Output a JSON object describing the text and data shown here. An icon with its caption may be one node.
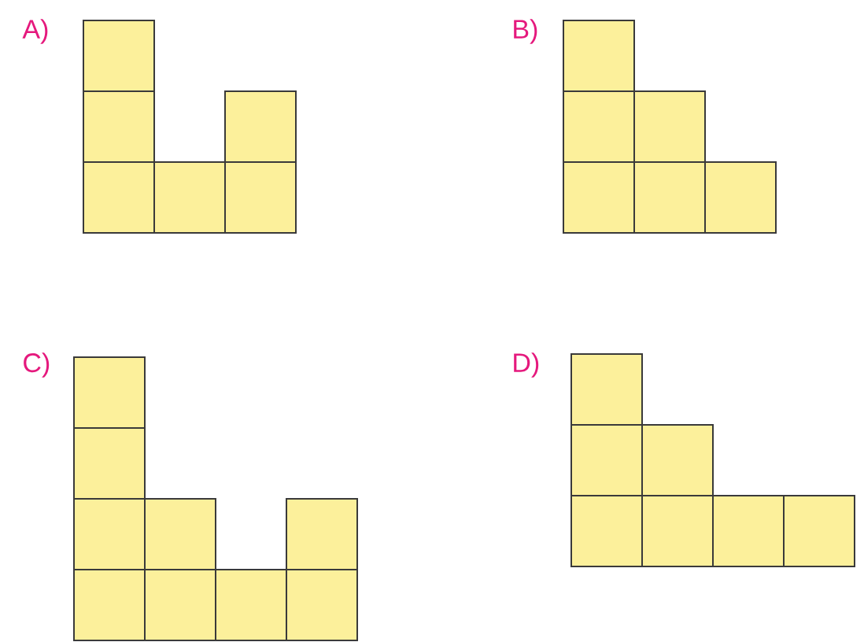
{
  "diagram": {
    "labels": [
      "A)",
      "B)",
      "C)",
      "D)"
    ]
  }
}
